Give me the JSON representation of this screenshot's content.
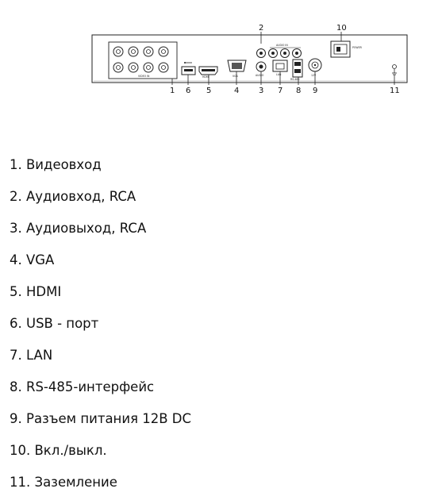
{
  "diagram": {
    "callouts": [
      "1",
      "6",
      "5",
      "4",
      "3",
      "7",
      "8",
      "9",
      "11",
      "2",
      "10"
    ],
    "panel_labels": {
      "video_in": "VIDEO IN",
      "audio_in": "AUDIO IN",
      "hdmi": "HDMI",
      "vga": "VGA",
      "audio_out": "AUDIO",
      "lan": "LAN",
      "rs485": "RS-485",
      "power_in": "12V",
      "power_switch": "POWER"
    }
  },
  "legend": [
    "1. Видеовход",
    "2. Аудиовход, RCA",
    "3. Аудиовыход, RCA",
    "4. VGA",
    "5. HDMI",
    "6. USB - порт",
    "7. LAN",
    "8. RS-485-интерфейс",
    "9. Разъем питания 12В DC",
    "10. Вкл./выкл.",
    "11. Заземление"
  ]
}
